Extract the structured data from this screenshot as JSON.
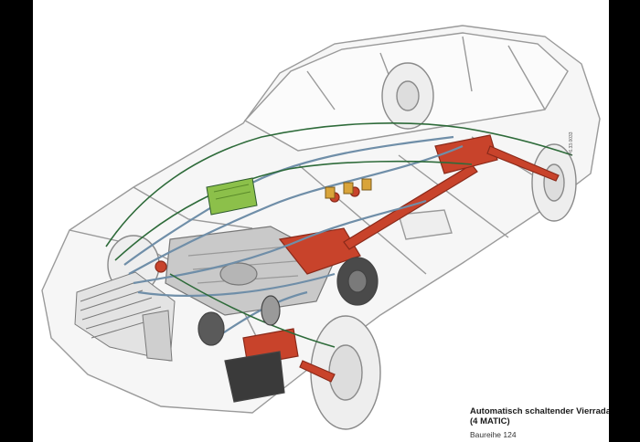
{
  "caption": {
    "title_line1": "Automatisch schaltender Vierradantrieb",
    "title_line2": "(4 MATIC)",
    "subtitle": "Baureihe 124"
  },
  "image_code": "P6.33.0033",
  "colors": {
    "page_background": "#ffffff",
    "outer_background": "#000000",
    "body_outline": "#9a9a9a",
    "hydraulic_lines": "#6f8ea8",
    "electric_lines": "#2e6b3a",
    "drivetrain_red": "#c8432b",
    "engine_grey": "#c9c9c9"
  }
}
